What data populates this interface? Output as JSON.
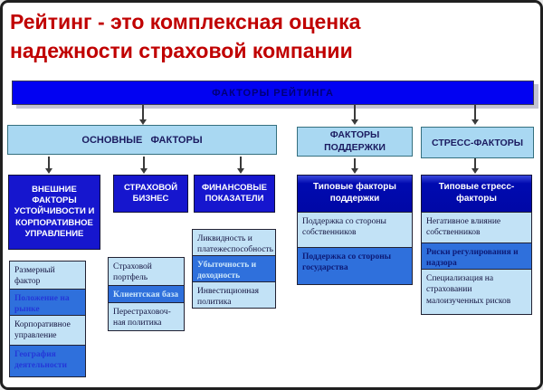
{
  "title": {
    "line1": "Рейтинг - это комплексная оценка",
    "line2": "надежности страховой компании"
  },
  "banner": {
    "label": "ФАКТОРЫ РЕЙТИНГА"
  },
  "main": {
    "header": "ОСНОВНЫЕ ФАКТОРЫ",
    "groups": [
      {
        "title": "ВНЕШНИЕ ФАКТОРЫ УСТОЙЧИВОСТИ И КОРПОРАТИВНОЕ УПРАВЛЕНИЕ",
        "items": [
          "Размерный фактор",
          "Положение на рынке",
          "Корпоративное управление",
          "География деятельности"
        ]
      },
      {
        "title": "СТРАХОВОЙ БИЗНЕС",
        "items": [
          "Страховой портфель",
          "Клиентская база",
          "Перестраховоч-ная политика"
        ]
      },
      {
        "title": "ФИНАНСОВЫЕ ПОКАЗАТЕЛИ",
        "items": [
          "Ликвидность и платежеспособность",
          "Убыточность и доходность",
          "Инвестиционная политика"
        ]
      }
    ]
  },
  "support": {
    "header": "ФАКТОРЫ ПОДДЕРЖКИ",
    "subheader": "Типовые факторы поддержки",
    "items": [
      "Поддержка со стороны собственников",
      "Поддержка со стороны государства"
    ]
  },
  "stress": {
    "header": "СТРЕСС-ФАКТОРЫ",
    "subheader": "Типовые стресс-факторы",
    "items": [
      "Негативное влияние собственников",
      "Риски регулирования и надзора",
      "Специализация на страховании малоизученных рисков"
    ]
  },
  "colors": {
    "title_red": "#C00000",
    "banner_blue": "#0202F2",
    "royal_blue": "#1616CE",
    "navy_subheader": "#000AB0",
    "panel_light_blue": "#A9D8F2",
    "cell_light": "#C2E2F6",
    "cell_medium": "#2F70DC"
  }
}
